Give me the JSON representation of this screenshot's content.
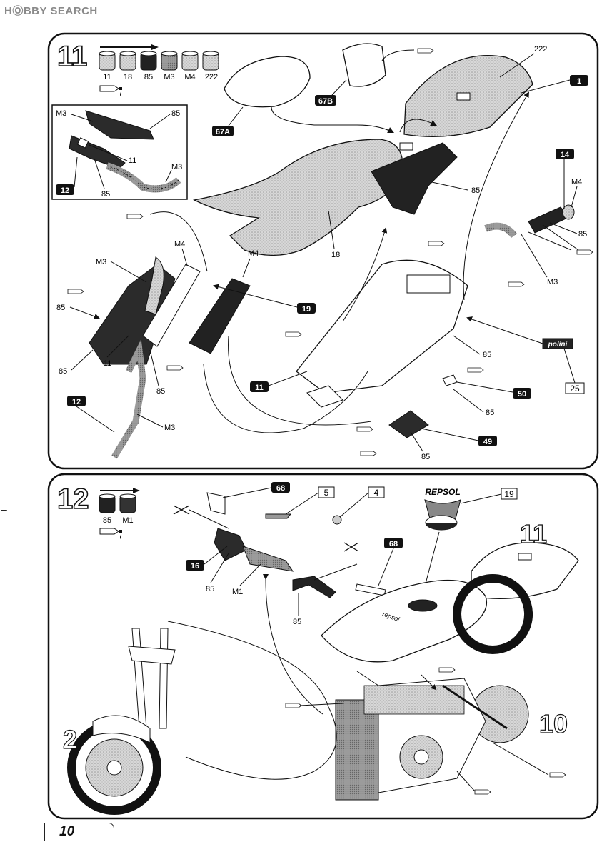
{
  "watermark": "HⓄBBY SEARCH",
  "page_number": "10",
  "step11": {
    "step_number": "11",
    "paints": [
      "11",
      "18",
      "85",
      "M3",
      "M4",
      "222"
    ],
    "inset_labels": {
      "m3a": "M3",
      "c85a": "85",
      "c11": "11",
      "m3b": "M3",
      "p12": "12",
      "c85b": "85"
    },
    "labels": {
      "part_1": "1",
      "part_222": "222",
      "part_67a": "67A",
      "part_67b": "67B",
      "col_85_tail": "85",
      "col_18": "18",
      "part_14": "14",
      "col_m4_grip": "M4",
      "col_85_grip": "85",
      "col_m3_grip": "M3",
      "col_m3_left": "M3",
      "col_85_left": "85",
      "col_85_left2": "85",
      "col_11_left": "11",
      "col_m4_a": "M4",
      "col_m4_b": "M4",
      "part_19": "19",
      "col_85_mid": "85",
      "part_11": "11",
      "part_12": "12",
      "col_m3_pipe": "M3",
      "col_85_tray": "85",
      "part_50": "50",
      "col_85_50": "85",
      "part_49": "49",
      "col_85_49": "85",
      "part_25": "25",
      "polini_decal": "polini"
    }
  },
  "step12": {
    "step_number": "12",
    "paints": [
      "85",
      "M1"
    ],
    "labels": {
      "part_68a": "68",
      "part_5": "5",
      "part_4": "4",
      "part_68b": "68",
      "part_19": "19",
      "repsol_decal": "REPSOL",
      "part_16": "16",
      "col_85_a": "85",
      "col_m1": "M1",
      "col_85_b": "85",
      "ref_11": "11",
      "ref_2": "2",
      "ref_10": "10",
      "tank_decal": "repsol"
    }
  }
}
